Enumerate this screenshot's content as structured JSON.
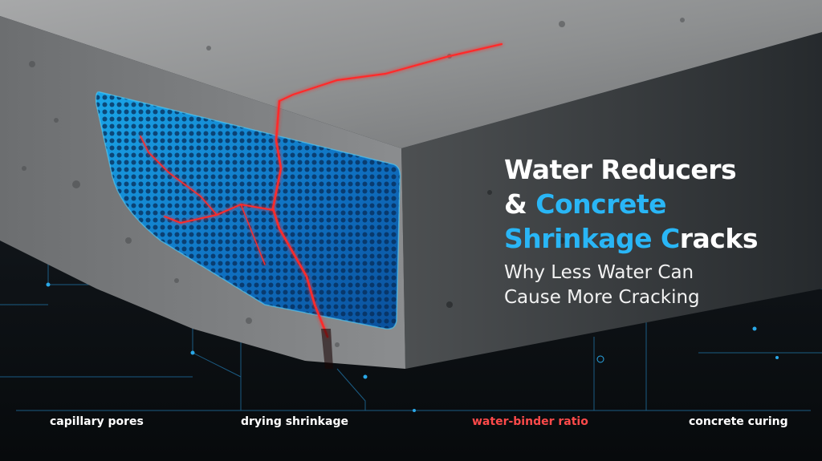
{
  "headline": {
    "line1": "Water Reducers",
    "line2_plain": "& ",
    "line2_accent": "Concrete",
    "line3_accent": "Shrinkage C",
    "line3_plain": "racks"
  },
  "subtitle": {
    "line1": "Why Less Water Can",
    "line2": "Cause More Cracking"
  },
  "tags": [
    {
      "label": "capillary pores"
    },
    {
      "label": "drying shrinkage"
    },
    {
      "label": "water-binder ratio",
      "color": "#ff4a4a"
    },
    {
      "label": "concrete curing"
    }
  ],
  "colors": {
    "accent": "#29b6f6",
    "crack": "#ff2a2a",
    "background": "#0b0f12",
    "concrete": "#8f9193"
  }
}
